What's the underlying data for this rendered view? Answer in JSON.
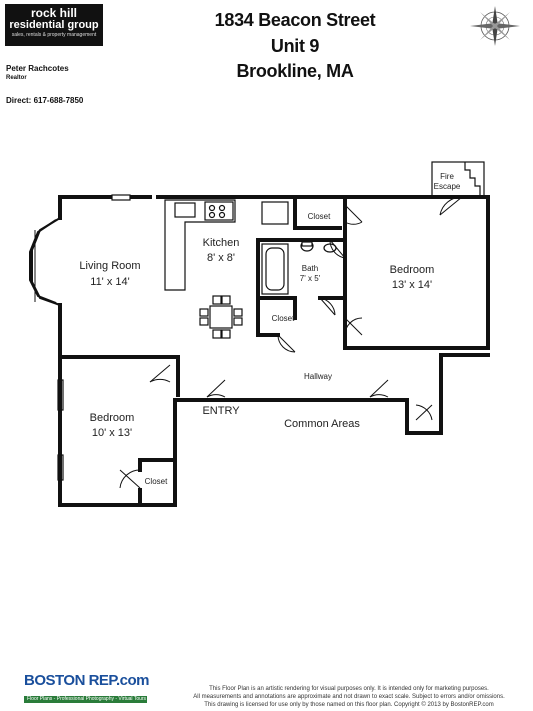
{
  "logo": {
    "line1": "rock hill",
    "line2": "residential group",
    "tagline": "sales, rentals & property management"
  },
  "realtor": {
    "name": "Peter Rachcotes",
    "title": "Realtor",
    "phone": "Direct: 617-688-7850"
  },
  "address": {
    "line1": "1834 Beacon Street",
    "line2": "Unit 9",
    "line3": "Brookline, MA"
  },
  "rooms": {
    "living_room": {
      "name": "Living Room",
      "size": "11' x 14'"
    },
    "kitchen": {
      "name": "Kitchen",
      "size": "8' x 8'"
    },
    "bath": {
      "name": "Bath",
      "size": "7' x 5'"
    },
    "bedroom_right": {
      "name": "Bedroom",
      "size": "13' x 14'"
    },
    "bedroom_left": {
      "name": "Bedroom",
      "size": "10' x 13'"
    },
    "closet_top": "Closet",
    "closet_mid": "Closet",
    "closet_left": "Closet",
    "hallway": "Hallway",
    "entry": "ENTRY",
    "common_areas": "Common Areas",
    "fire_escape_line1": "Fire",
    "fire_escape_line2": "Escape"
  },
  "footer": {
    "brand": "BOSTON REP.com",
    "brand_sub": "Floor Plans - Professional Photography - Virtual Tours",
    "disclaimer_1": "This Floor Plan is an artistic rendering for visual purposes only. It is intended only for marketing purposes.",
    "disclaimer_2": "All measurements and annotations are approximate and not drawn to exact scale. Subject to errors and/or omissions.",
    "disclaimer_3": "This drawing is licensed for use only by those named on this floor plan. Copyright © 2013 by BostonREP.com"
  }
}
